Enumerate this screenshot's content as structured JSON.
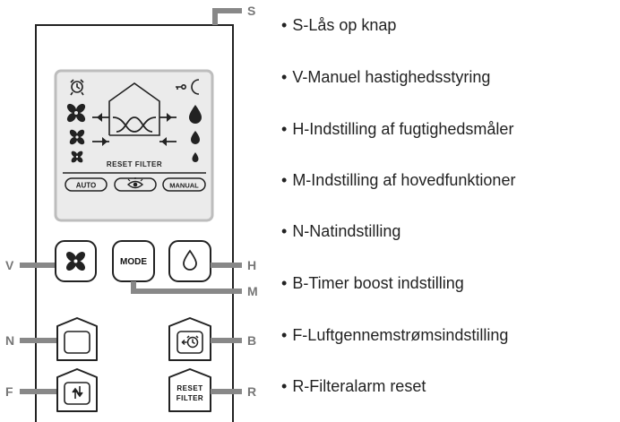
{
  "callouts": {
    "s": "S",
    "v": "V",
    "h": "H",
    "m": "M",
    "n": "N",
    "b": "B",
    "f": "F",
    "r": "R"
  },
  "display": {
    "reset_filter": "RESET FILTER",
    "auto": "AUTO",
    "manual": "MANUAL"
  },
  "buttons": {
    "mode": "MODE",
    "reset_line1": "RESET",
    "reset_line2": "FILTER"
  },
  "icons": {
    "alarm": "alarm-clock-icon",
    "key_moon": "key-moon-icon",
    "fan": "fan-icon",
    "drop": "water-drop-icon",
    "eye": "eye-icon",
    "moon": "moon-icon",
    "timer_boost": "timer-boost-icon",
    "airflow": "airflow-icon"
  },
  "legend": [
    "S-Lås op knap",
    "V-Manuel hastighedsstyring",
    "H-Indstilling af fugtighedsmåler",
    "M-Indstilling af hovedfunktioner",
    "N-Natindstilling",
    "B-Timer boost indstilling",
    "F-Luftgennemstrømsindstilling",
    "R-Filteralarm reset"
  ],
  "colors": {
    "outline": "#222222",
    "lcd_bg": "#ebebeb",
    "lcd_border": "#bdbdbd",
    "callout": "#888888"
  }
}
